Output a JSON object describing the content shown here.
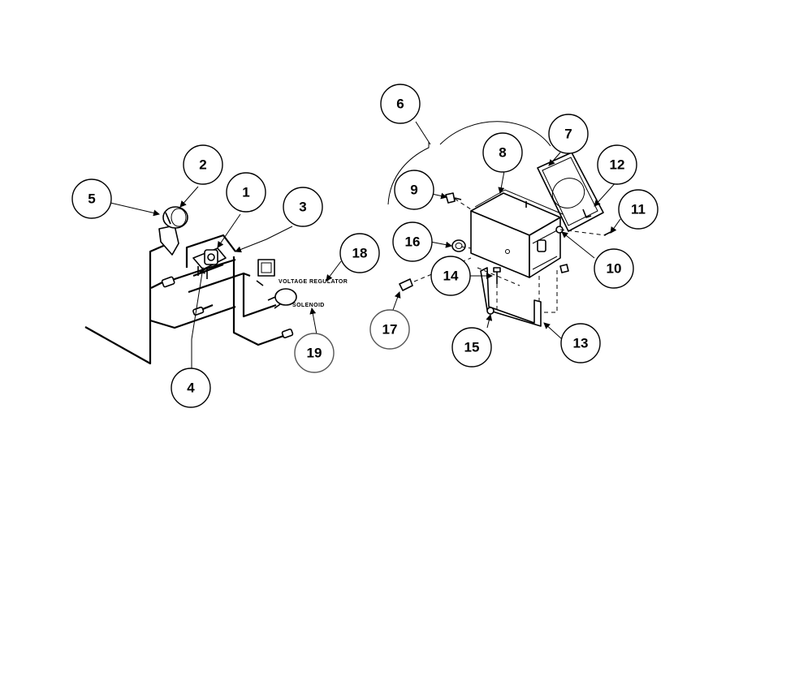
{
  "callouts": {
    "c1": "1",
    "c2": "2",
    "c3": "3",
    "c4": "4",
    "c5": "5",
    "c6": "6",
    "c7": "7",
    "c8": "8",
    "c9": "9",
    "c10": "10",
    "c11": "11",
    "c12": "12",
    "c13": "13",
    "c14": "14",
    "c15": "15",
    "c16": "16",
    "c17": "17",
    "c18": "18",
    "c19": "19"
  },
  "labels": {
    "voltage_regulator": "VOLTAGE REGULATOR",
    "solenoid": "SOLENOID"
  }
}
